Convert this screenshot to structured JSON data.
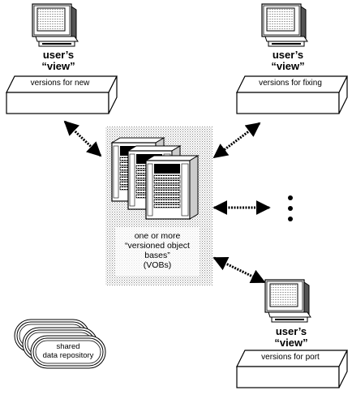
{
  "users": [
    {
      "title": "user’s",
      "subtitle": "“view”",
      "tray": "versions for new"
    },
    {
      "title": "user’s",
      "subtitle": "“view”",
      "tray": "versions for fixing"
    },
    {
      "title": "user’s",
      "subtitle": "“view”",
      "tray": "versions for port"
    }
  ],
  "vob": {
    "line1": "one or more",
    "line2": "“versioned object",
    "line3": "bases”",
    "line4": "(VOBs)"
  },
  "repository": {
    "line1": "shared",
    "line2": "data repository"
  }
}
